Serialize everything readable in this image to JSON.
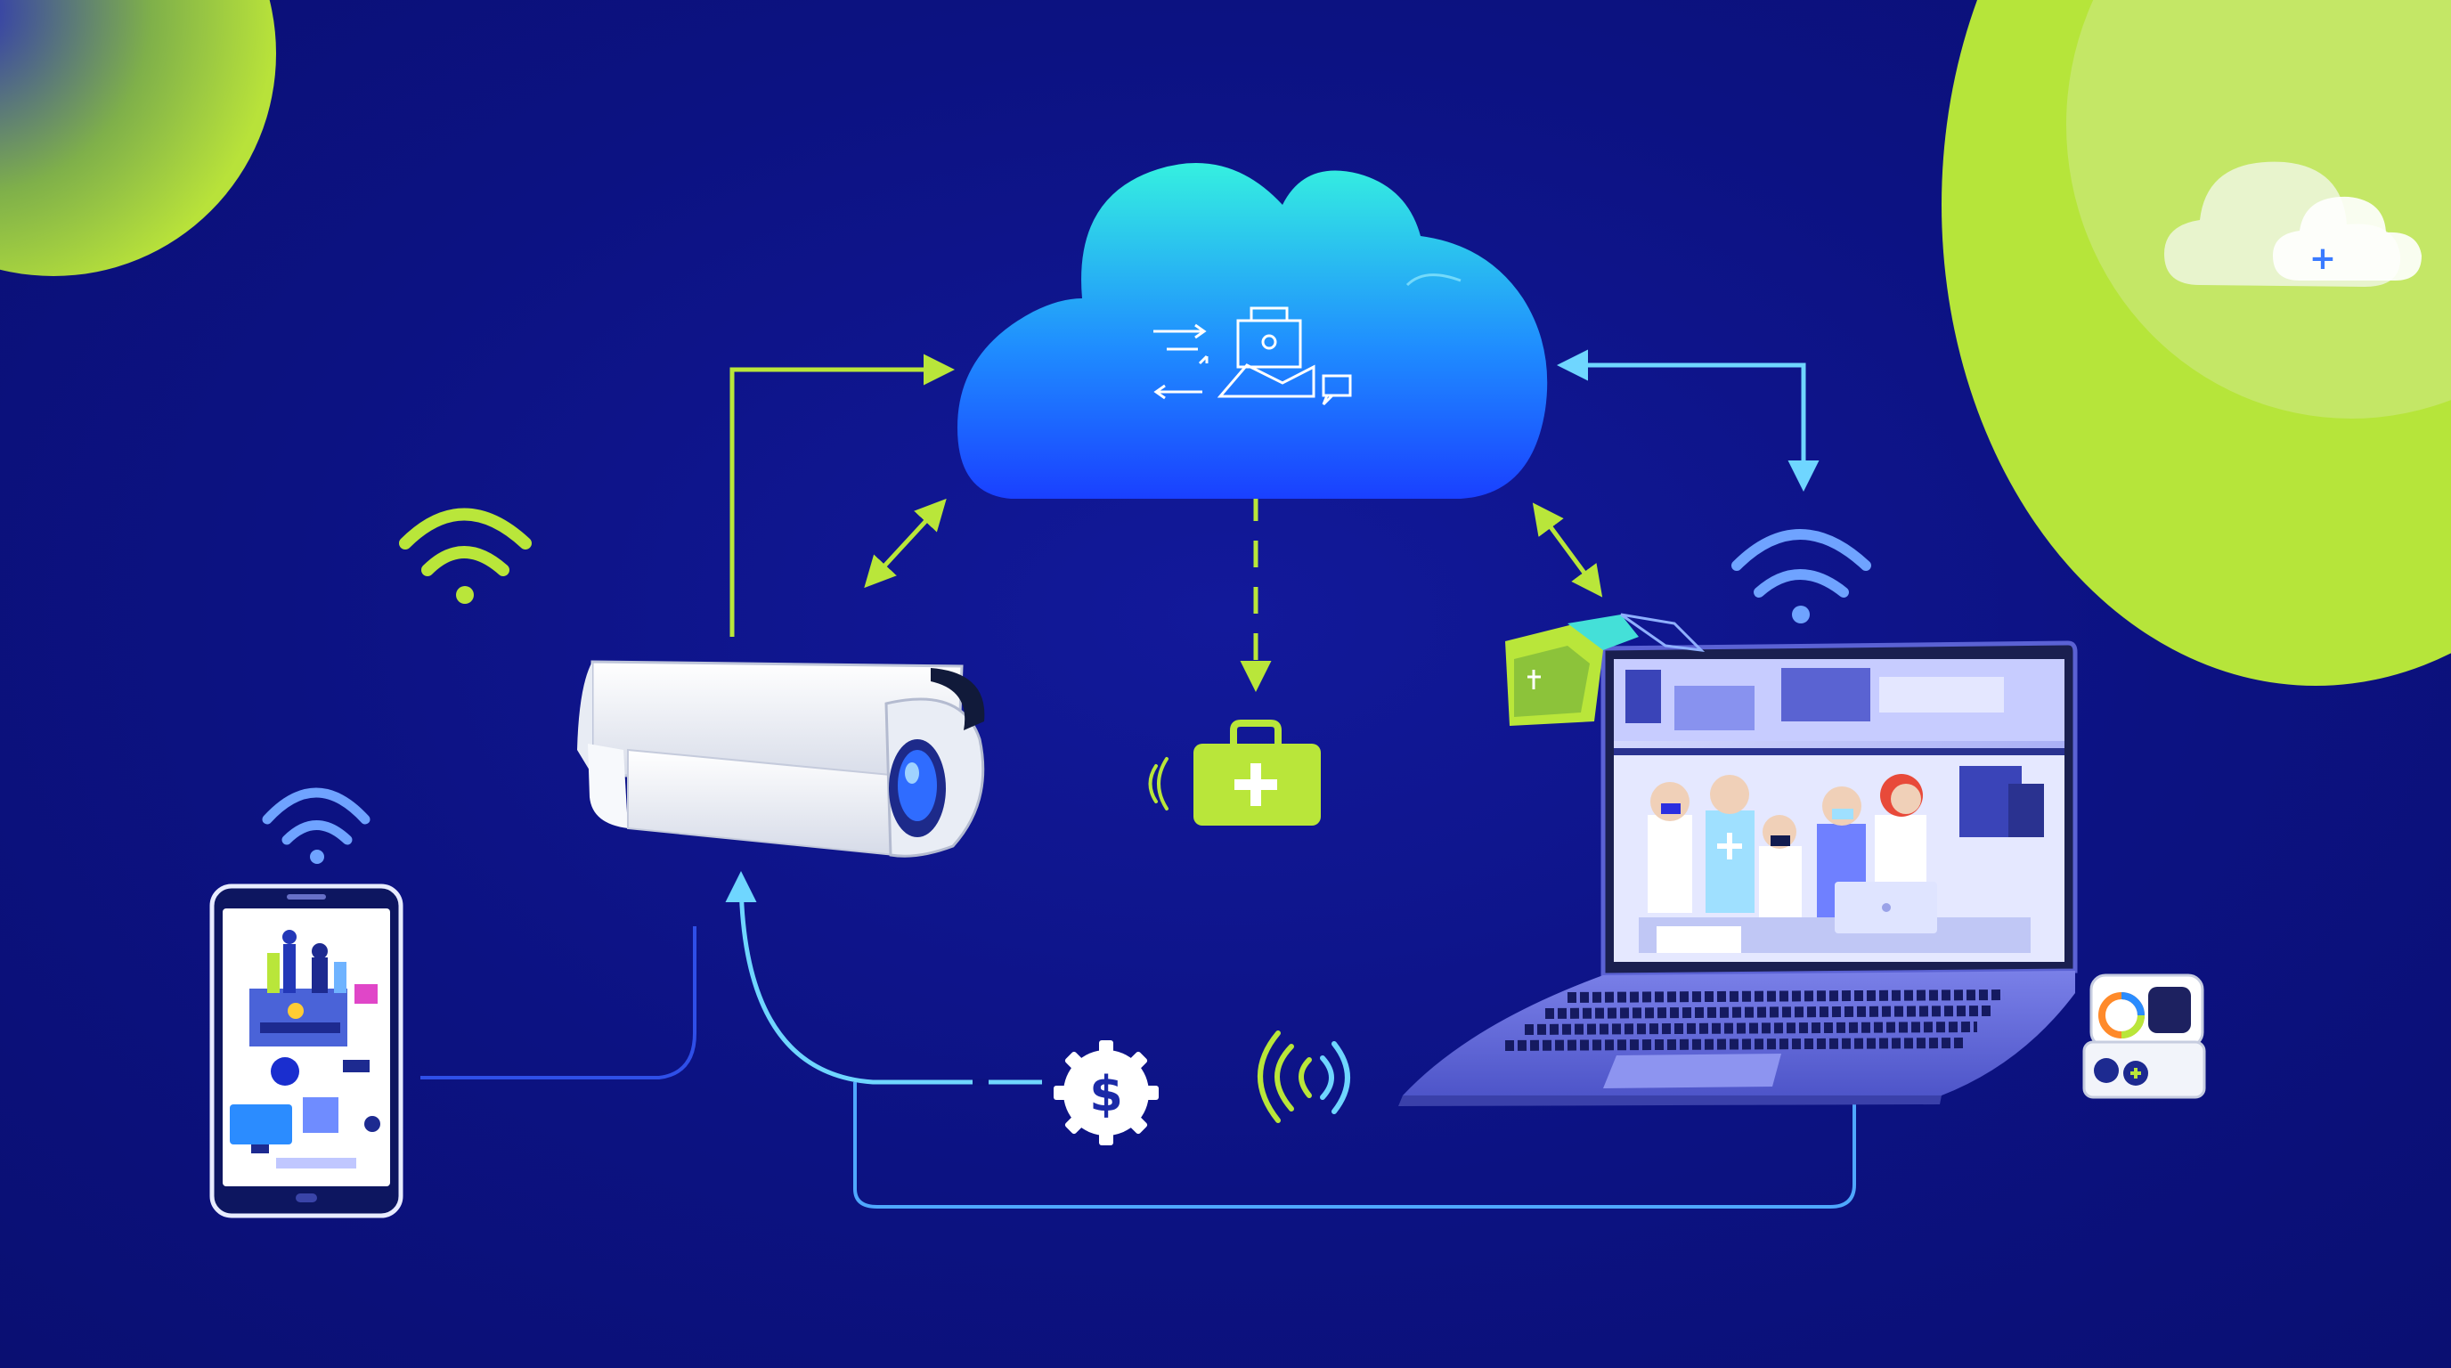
{
  "diagram": {
    "nodes": [
      {
        "id": "cloud",
        "icon": "cloud-icon"
      },
      {
        "id": "security-camera",
        "icon": "camera-icon"
      },
      {
        "id": "smartphone",
        "icon": "phone-icon"
      },
      {
        "id": "laptop",
        "icon": "laptop-icon"
      },
      {
        "id": "medical-kit",
        "icon": "first-aid-icon"
      },
      {
        "id": "payment-gear",
        "icon": "gear-dollar-icon"
      },
      {
        "id": "robot",
        "icon": "robot-icon"
      }
    ],
    "labels": {
      "payment_symbol": "$",
      "plus_symbol": "+"
    },
    "colors": {
      "background": "#0c1282",
      "accent_lime": "#b9e63a",
      "accent_cyan": "#5fd3ff",
      "cloud_top": "#35f0e0",
      "cloud_bottom": "#1a4dff",
      "connector_blue": "#3a63ff"
    }
  }
}
